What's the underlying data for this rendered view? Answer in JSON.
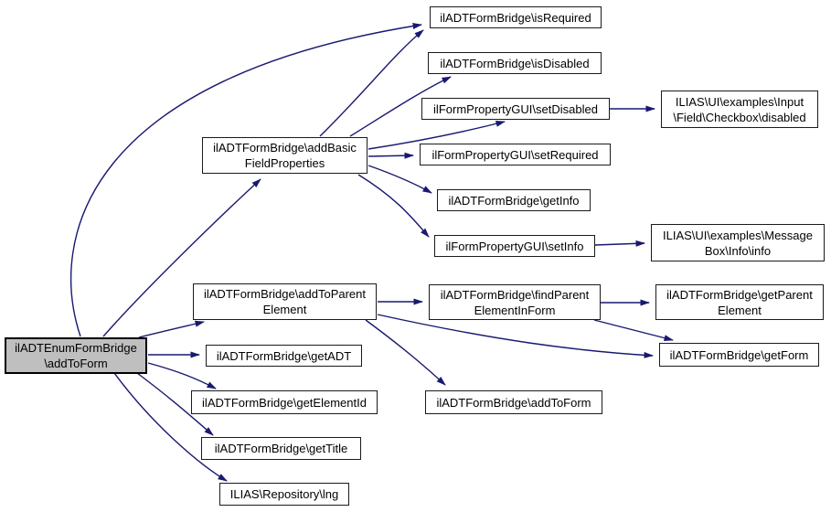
{
  "diagram_type": "call-graph",
  "root_function": "ilADTEnumFormBridge\\addToForm",
  "colors": {
    "background": "#ffffff",
    "edge": "#191970",
    "node_border": "#1a1a1a",
    "node_fill": "#ffffff",
    "root_node_fill": "#bfbfbf",
    "text": "#000000"
  },
  "nodes": [
    {
      "id": "addToForm",
      "label": "ilADTEnumFormBridge\n\\addToForm",
      "highlighted": true
    },
    {
      "id": "addBasicFieldProperties",
      "label": "ilADTFormBridge\\addBasic\nFieldProperties",
      "highlighted": false
    },
    {
      "id": "isRequired",
      "label": "ilADTFormBridge\\isRequired",
      "highlighted": false
    },
    {
      "id": "isDisabled",
      "label": "ilADTFormBridge\\isDisabled",
      "highlighted": false
    },
    {
      "id": "setDisabled",
      "label": "ilFormPropertyGUI\\setDisabled",
      "highlighted": false
    },
    {
      "id": "checkboxDisabled",
      "label": "ILIAS\\UI\\examples\\Input\n\\Field\\Checkbox\\disabled",
      "highlighted": false
    },
    {
      "id": "setRequired",
      "label": "ilFormPropertyGUI\\setRequired",
      "highlighted": false
    },
    {
      "id": "getInfo",
      "label": "ilADTFormBridge\\getInfo",
      "highlighted": false
    },
    {
      "id": "setInfo",
      "label": "ilFormPropertyGUI\\setInfo",
      "highlighted": false
    },
    {
      "id": "messageBoxInfo",
      "label": "ILIAS\\UI\\examples\\Message\nBox\\Info\\info",
      "highlighted": false
    },
    {
      "id": "addToParentElement",
      "label": "ilADTFormBridge\\addToParent\nElement",
      "highlighted": false
    },
    {
      "id": "findParentElementInForm",
      "label": "ilADTFormBridge\\findParent\nElementInForm",
      "highlighted": false
    },
    {
      "id": "getParentElement",
      "label": "ilADTFormBridge\\getParent\nElement",
      "highlighted": false
    },
    {
      "id": "getForm",
      "label": "ilADTFormBridge\\getForm",
      "highlighted": false
    },
    {
      "id": "getADT",
      "label": "ilADTFormBridge\\getADT",
      "highlighted": false
    },
    {
      "id": "getElementId",
      "label": "ilADTFormBridge\\getElementId",
      "highlighted": false
    },
    {
      "id": "addToFormBridge",
      "label": "ilADTFormBridge\\addToForm",
      "highlighted": false
    },
    {
      "id": "getTitle",
      "label": "ilADTFormBridge\\getTitle",
      "highlighted": false
    },
    {
      "id": "lng",
      "label": "ILIAS\\Repository\\lng",
      "highlighted": false
    }
  ],
  "edges": [
    {
      "from": "addToForm",
      "to": "isRequired"
    },
    {
      "from": "addToForm",
      "to": "addBasicFieldProperties"
    },
    {
      "from": "addToForm",
      "to": "addToParentElement"
    },
    {
      "from": "addToForm",
      "to": "getADT"
    },
    {
      "from": "addToForm",
      "to": "getElementId"
    },
    {
      "from": "addToForm",
      "to": "getTitle"
    },
    {
      "from": "addToForm",
      "to": "lng"
    },
    {
      "from": "addBasicFieldProperties",
      "to": "isRequired"
    },
    {
      "from": "addBasicFieldProperties",
      "to": "isDisabled"
    },
    {
      "from": "addBasicFieldProperties",
      "to": "setDisabled"
    },
    {
      "from": "addBasicFieldProperties",
      "to": "setRequired"
    },
    {
      "from": "addBasicFieldProperties",
      "to": "getInfo"
    },
    {
      "from": "addBasicFieldProperties",
      "to": "setInfo"
    },
    {
      "from": "setDisabled",
      "to": "checkboxDisabled"
    },
    {
      "from": "setInfo",
      "to": "messageBoxInfo"
    },
    {
      "from": "addToParentElement",
      "to": "findParentElementInForm"
    },
    {
      "from": "addToParentElement",
      "to": "getForm"
    },
    {
      "from": "addToParentElement",
      "to": "addToFormBridge"
    },
    {
      "from": "findParentElementInForm",
      "to": "getParentElement"
    },
    {
      "from": "findParentElementInForm",
      "to": "getForm"
    }
  ]
}
